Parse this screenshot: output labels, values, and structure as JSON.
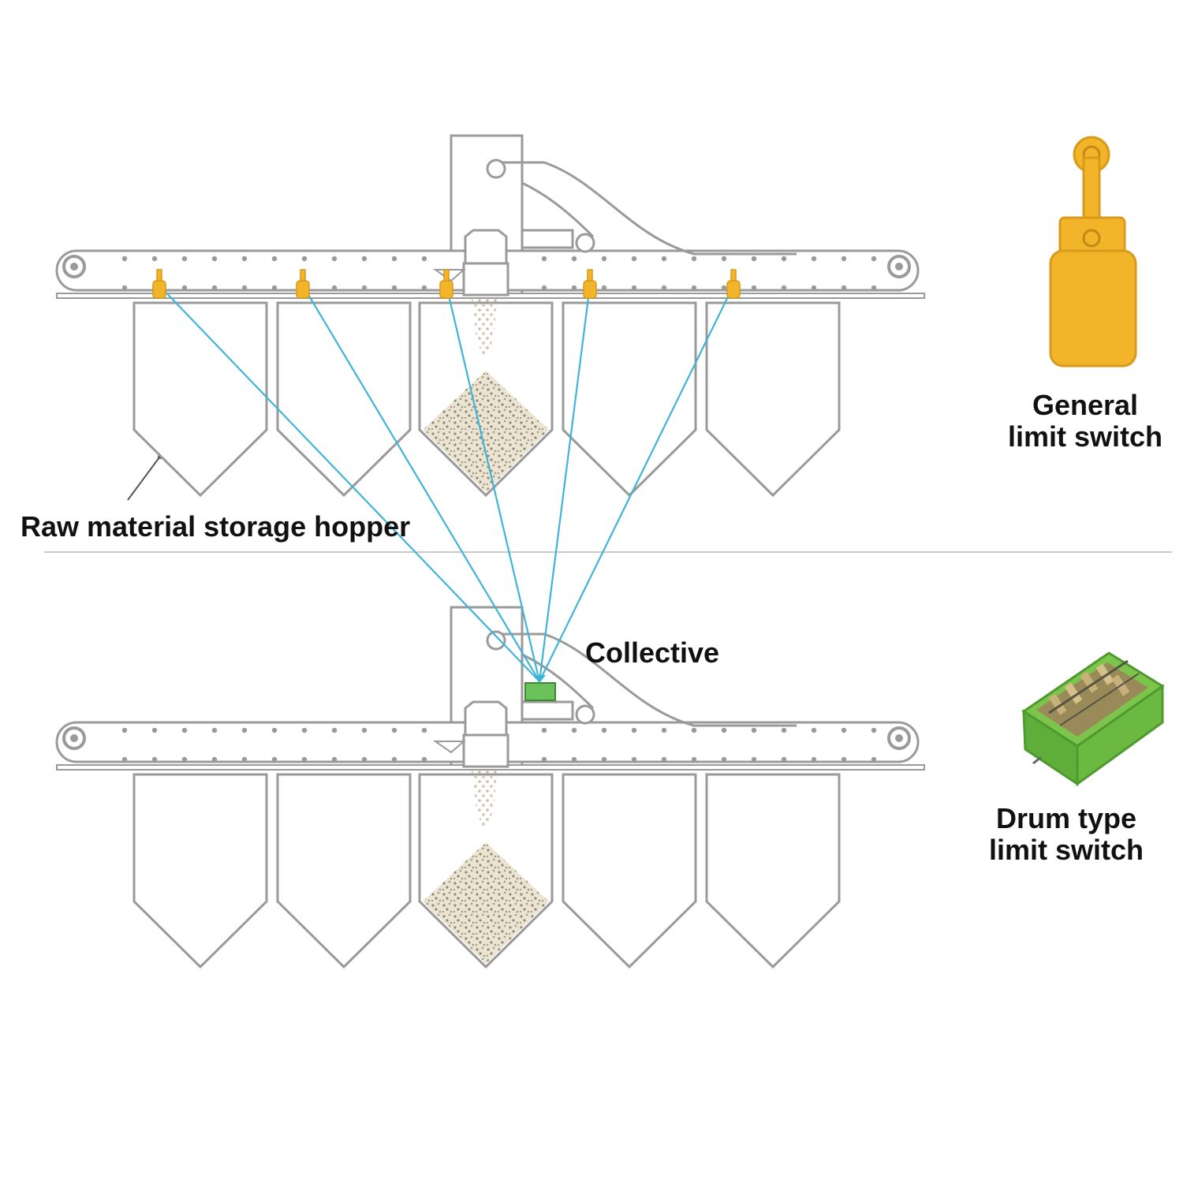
{
  "labels": {
    "hopper": "Raw material storage hopper",
    "collective": "Collective",
    "general_line1": "General",
    "general_line2": "limit switch",
    "drum_line1": "Drum type",
    "drum_line2": "limit switch"
  },
  "colors": {
    "line": "#9a9a9a",
    "signal": "#3fb4d8",
    "switch": "#f2b529",
    "switch_outline": "#d89a1c",
    "collector": "#6cc25a",
    "material": "#e6dcc6",
    "material_dot": "#8a8a7a"
  },
  "icons": {
    "general_switch": "roller-lever-limit-switch-icon",
    "drum_switch": "drum-type-limit-switch-icon"
  }
}
